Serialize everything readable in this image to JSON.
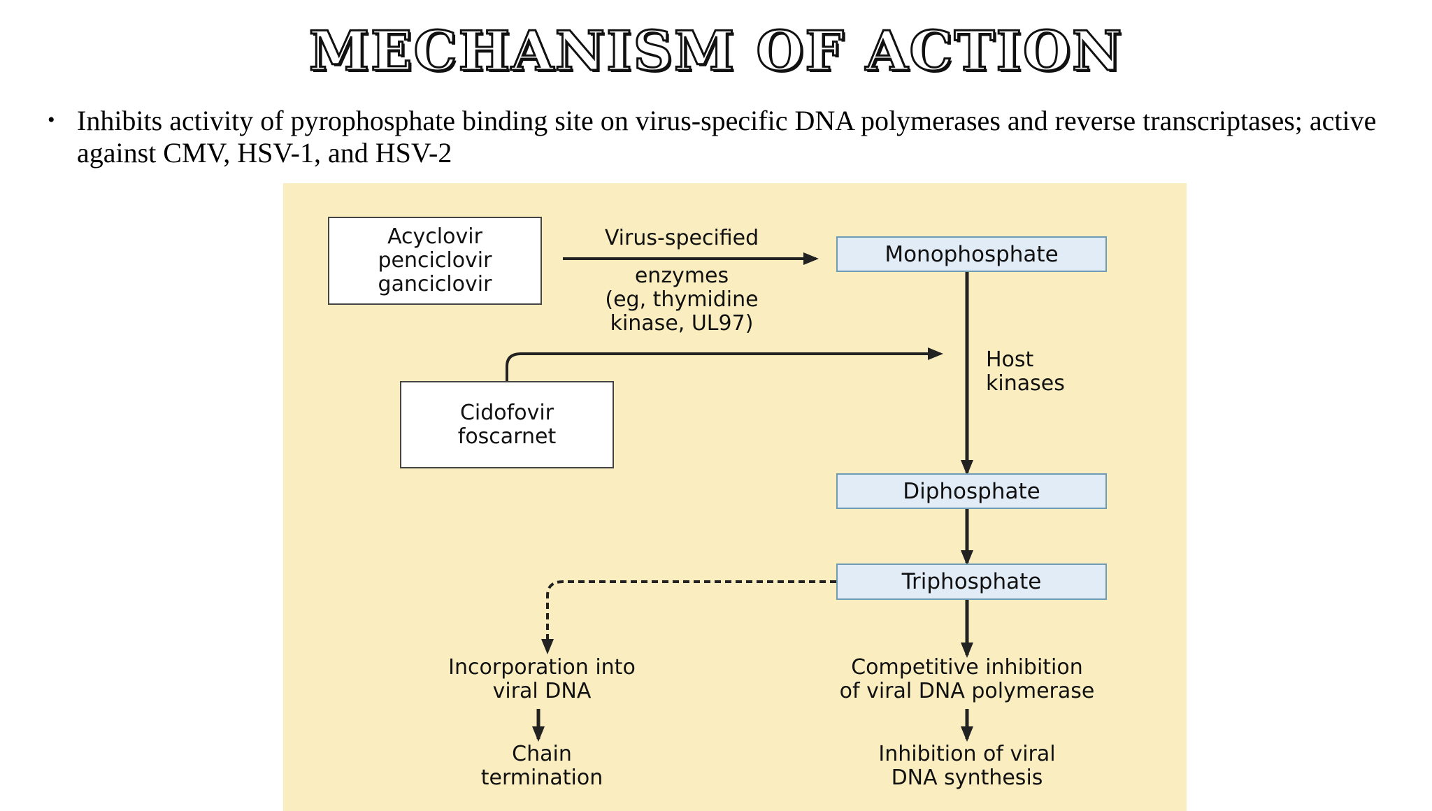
{
  "slide": {
    "title": "MECHANISM OF ACTION",
    "bullet": "Inhibits activity of pyrophosphate binding site on virus-specific DNA polymerases and reverse transcriptases; active against CMV, HSV-1, and HSV-2"
  },
  "diagram": {
    "colors": {
      "background": "#faeec0",
      "blue_box": "#e2ecf7",
      "blue_border": "#6f9bb4"
    },
    "boxes": {
      "acyclovir": [
        "Acyclovir",
        "penciclovir",
        "ganciclovir"
      ],
      "cidofovir": [
        "Cidofovir",
        "foscarnet"
      ],
      "monophosphate": "Monophosphate",
      "diphosphate": "Diphosphate",
      "triphosphate": "Triphosphate"
    },
    "labels": {
      "virus_specified": "Virus-specified",
      "enzymes": [
        "enzymes",
        "(eg, thymidine",
        "kinase, UL97)"
      ],
      "host_kinases": [
        "Host",
        "kinases"
      ],
      "incorporation": [
        "Incorporation into",
        "viral DNA"
      ],
      "chain_termination": [
        "Chain",
        "termination"
      ],
      "competitive": [
        "Competitive inhibition",
        "of viral DNA polymerase"
      ],
      "inhibition_synthesis": [
        "Inhibition of viral",
        "DNA synthesis"
      ]
    }
  }
}
